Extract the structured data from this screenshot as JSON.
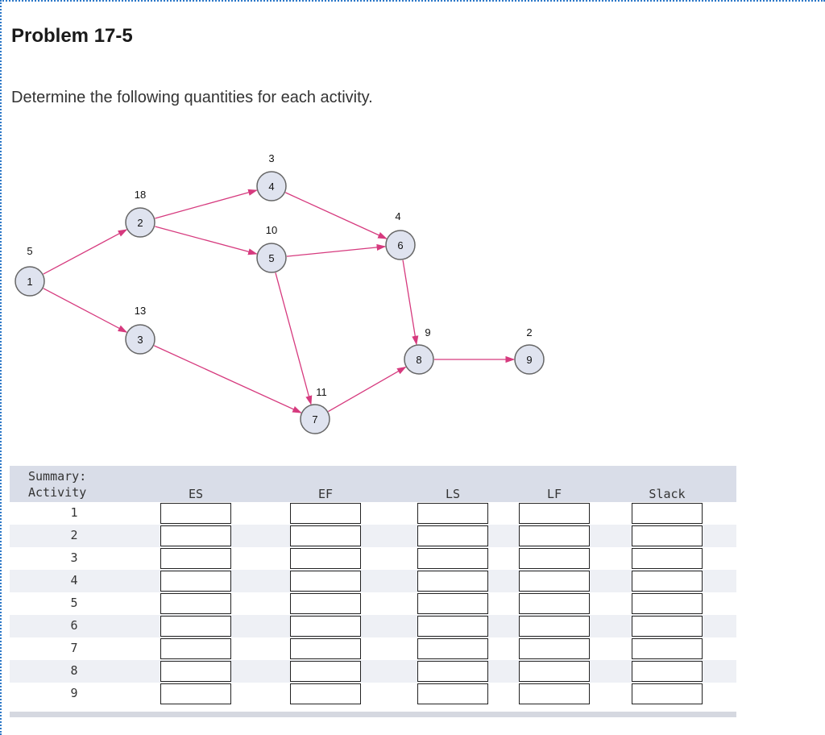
{
  "title": "Problem 17-5",
  "instructions": "Determine the following quantities for each activity.",
  "network": {
    "nodes": [
      {
        "id": "1",
        "duration": "5"
      },
      {
        "id": "2",
        "duration": "18"
      },
      {
        "id": "3",
        "duration": "13"
      },
      {
        "id": "4",
        "duration": "3"
      },
      {
        "id": "5",
        "duration": "10"
      },
      {
        "id": "6",
        "duration": "4"
      },
      {
        "id": "7",
        "duration": "11"
      },
      {
        "id": "8",
        "duration": "9"
      },
      {
        "id": "9",
        "duration": "2"
      }
    ],
    "edges": [
      [
        "1",
        "2"
      ],
      [
        "1",
        "3"
      ],
      [
        "2",
        "4"
      ],
      [
        "2",
        "5"
      ],
      [
        "4",
        "6"
      ],
      [
        "5",
        "6"
      ],
      [
        "5",
        "7"
      ],
      [
        "3",
        "7"
      ],
      [
        "6",
        "8"
      ],
      [
        "7",
        "8"
      ],
      [
        "8",
        "9"
      ]
    ],
    "edge_color": "#d63a7e",
    "node_fill": "#dfe3ef"
  },
  "summary": {
    "caption_line1": "Summary:",
    "activity_header": "Activity",
    "columns": [
      "ES",
      "EF",
      "LS",
      "LF",
      "Slack"
    ],
    "activities": [
      "1",
      "2",
      "3",
      "4",
      "5",
      "6",
      "7",
      "8",
      "9"
    ]
  }
}
